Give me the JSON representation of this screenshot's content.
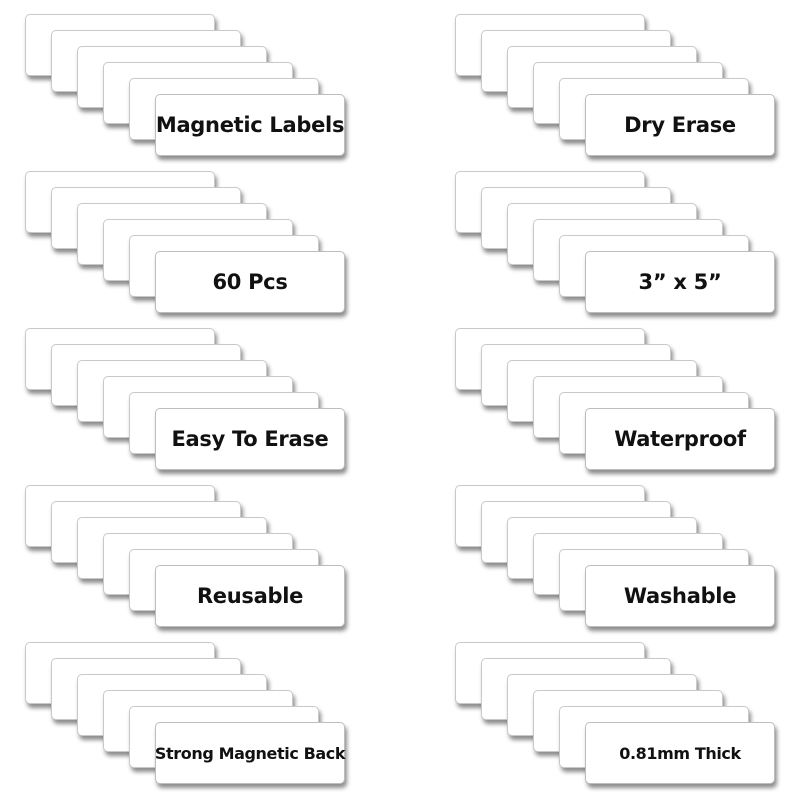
{
  "labels": [
    {
      "text": "Magnetic Labels"
    },
    {
      "text": "Dry Erase"
    },
    {
      "text": "60 Pcs"
    },
    {
      "text": "3” x 5”"
    },
    {
      "text": "Easy To Erase"
    },
    {
      "text": "Waterproof"
    },
    {
      "text": "Reusable"
    },
    {
      "text": "Washable"
    },
    {
      "text": "Strong Magnetic Back"
    },
    {
      "text": "0.81mm Thick"
    }
  ]
}
